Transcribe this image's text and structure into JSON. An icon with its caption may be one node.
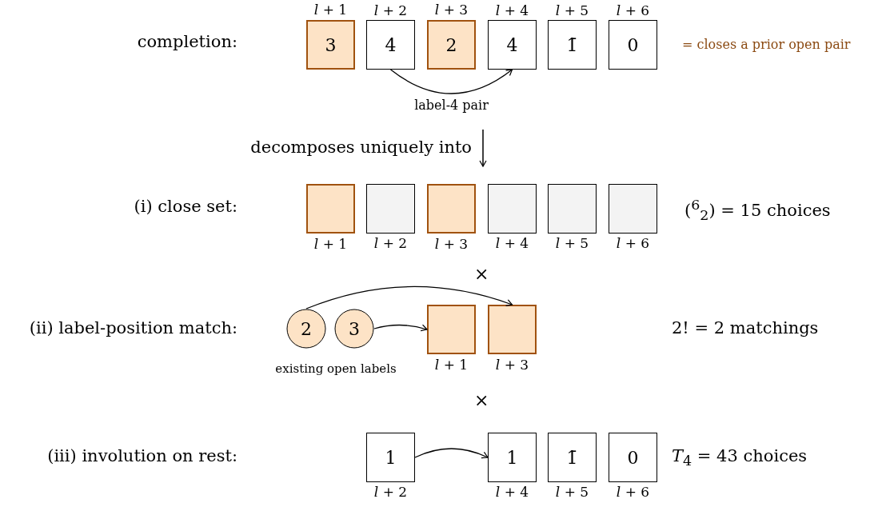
{
  "diagram": {
    "nodes": [
      {
        "text": [
          "3"
        ],
        "beside": [
          "*l* + 1"
        ]
      },
      {
        "text": [
          "4"
        ],
        "beside": [
          "*l* + 2"
        ]
      },
      {
        "text": [
          "2"
        ],
        "beside": [
          "*l* + 3"
        ]
      },
      {
        "text": [
          "4"
        ],
        "beside": [
          "*l* + 4"
        ]
      },
      {
        "text": [
          "1̄"
        ],
        "beside": [
          "*l* + 5"
        ]
      },
      {
        "text": [
          "0"
        ],
        "beside": [
          "*l* + 6"
        ]
      },
      {
        "text": [],
        "shape": "box",
        "beside": [
          "*l* + 1"
        ]
      },
      {
        "text": [],
        "shape": "box",
        "beside": [
          "*l* + 2"
        ]
      },
      {
        "text": [],
        "shape": "box",
        "beside": [
          "*l* + 3"
        ]
      },
      {
        "text": [],
        "shape": "box",
        "beside": [
          "*l* + 4"
        ]
      },
      {
        "text": [],
        "shape": "box",
        "beside": [
          "*l* + 5"
        ]
      },
      {
        "text": [],
        "shape": "box",
        "beside": [
          "*l* + 6"
        ]
      },
      {
        "text": [
          "2"
        ]
      },
      {
        "text": [
          "3"
        ]
      },
      {
        "text": [],
        "shape": "box",
        "beside": [
          "*l* + 1"
        ]
      },
      {
        "text": [],
        "shape": "box",
        "beside": [
          "*l* + 3"
        ]
      },
      {
        "text": [
          "1"
        ],
        "beside": [
          "*l* + 2"
        ]
      },
      {
        "text": [
          "1"
        ],
        "beside": [
          "*l* + 4"
        ]
      },
      {
        "text": [
          "1̄"
        ],
        "beside": [
          "*l* + 5"
        ]
      },
      {
        "text": [
          "0"
        ],
        "beside": [
          "*l* + 6"
        ]
      }
    ],
    "edges": [
      {
        "from": 1,
        "to": 3,
        "arrow": "to",
        "label": "label-4 pair"
      },
      {
        "from": 13,
        "to": 14,
        "arrow": "to"
      },
      {
        "from": 12,
        "to": 15,
        "arrow": "to"
      },
      {
        "from": 16,
        "to": 17,
        "arrow": "to"
      }
    ],
    "labels": [
      "completion:",
      "= closes a prior open pair",
      "decomposes uniquely into",
      "(i) close set:",
      "($^{6}$$_{2}$) = 15 choices",
      "×",
      "(ii) label-position match:",
      "2! = 2 matchings",
      "existing open labels",
      "×",
      "(iii) involution on rest:",
      "*T*$_{4}$ = 43 choices"
    ]
  }
}
